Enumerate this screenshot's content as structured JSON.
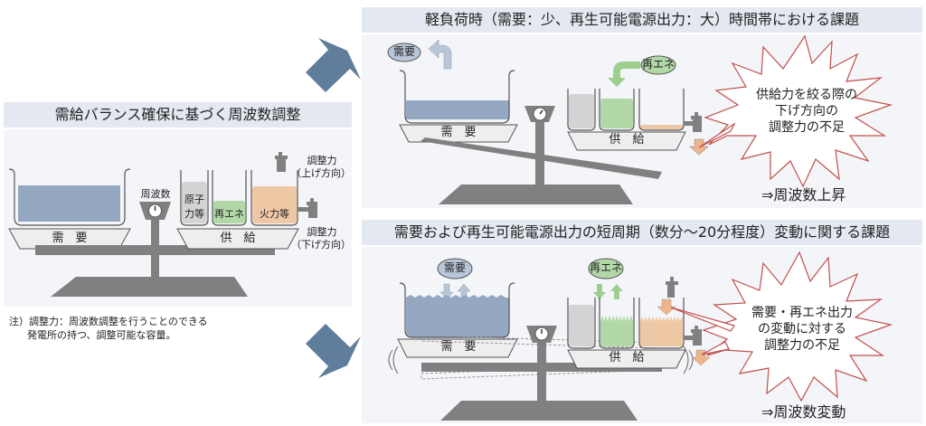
{
  "left_panel": {
    "title": "需給バランス確保に基づく周波数調整",
    "demand_label": "需　要",
    "supply_label": "供　給",
    "frequency_label": "周波数",
    "cups": [
      {
        "label_line1": "原子",
        "label_line2": "力等",
        "color": "#d3d3d3",
        "level": 0.75
      },
      {
        "label_line1": "",
        "label_line2": "再エネ",
        "color": "#b2d8a8",
        "level": 0.35
      },
      {
        "label_line1": "",
        "label_line2": "火力等",
        "color": "#eec8a4",
        "level": 0.75
      }
    ],
    "demand_level": 0.7,
    "tap_up_label_line1": "調整力",
    "tap_up_label_line2": "（上げ方向）",
    "tap_down_label_line1": "調整力",
    "tap_down_label_line2": "（下げ方向）",
    "note_line1": "注）調整力：周波数調整を行うことのできる",
    "note_line2": "発電所の持つ、調整可能な容量。"
  },
  "top_right_panel": {
    "title": "軽負荷時（需要：少、再生可能電源出力：大）時間帯における課題",
    "demand_bubble": "需要",
    "renewable_bubble": "再エネ",
    "demand_label": "需　要",
    "supply_label": "供　給",
    "callout_line1": "供給力を絞る際の",
    "callout_line2": "下げ方向の",
    "callout_line3": "調整力の不足",
    "result": "⇒周波数上昇",
    "cups": [
      {
        "color": "#d3d3d3",
        "level": 0.8
      },
      {
        "color": "#b2d8a8",
        "level": 0.75
      },
      {
        "color": "#eec8a4",
        "level": 0.1
      }
    ],
    "demand_level": 0.35
  },
  "bottom_right_panel": {
    "title": "需要および再生可能電源出力の短周期（数分～20分程度）変動に関する課題",
    "demand_bubble": "需要",
    "renewable_bubble": "再エネ",
    "demand_label": "需　要",
    "supply_label": "供　給",
    "callout_line1": "需要・再エネ出力",
    "callout_line2": "の変動に対する",
    "callout_line3": "調整力の不足",
    "result": "⇒周波数変動",
    "cups": [
      {
        "color": "#d3d3d3",
        "level": 0.85
      },
      {
        "color": "#b2d8a8",
        "level": 0.65
      },
      {
        "color": "#eec8a4",
        "level": 0.55
      }
    ]
  },
  "colors": {
    "arrow_blue": "#617d9c",
    "demand_water": "#94a8c2",
    "scale_gray": "#808080",
    "callout_red": "#c0504d",
    "orange_arrow": "#f0b48a"
  }
}
